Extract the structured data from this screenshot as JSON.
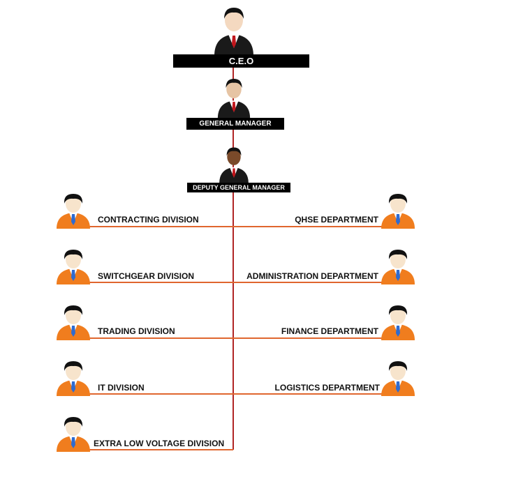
{
  "executives": [
    {
      "id": "ceo",
      "label": "C.E.O"
    },
    {
      "id": "gm",
      "label": "GENERAL MANAGER"
    },
    {
      "id": "dgm",
      "label": "DEPUTY GENERAL MANAGER"
    }
  ],
  "divisions": [
    {
      "label": "CONTRACTING DIVISION"
    },
    {
      "label": "SWITCHGEAR DIVISION"
    },
    {
      "label": "TRADING DIVISION"
    },
    {
      "label": "IT DIVISION"
    },
    {
      "label": "EXTRA LOW VOLTAGE DIVISION"
    }
  ],
  "departments": [
    {
      "label": "QHSE DEPARTMENT"
    },
    {
      "label": "ADMINISTRATION DEPARTMENT"
    },
    {
      "label": "FINANCE DEPARTMENT"
    },
    {
      "label": "LOGISTICS DEPARTMENT"
    }
  ],
  "colors": {
    "trunk": "#b02525",
    "branch": "#e0662e",
    "executive_suit": "#1a1a1a",
    "executive_tie": "#c0161c",
    "staff_shirt": "#f07d1e",
    "staff_tie": "#2f6bd0",
    "skin": "#f7e4cc",
    "label_bg": "#000000",
    "label_text": "#ffffff"
  }
}
